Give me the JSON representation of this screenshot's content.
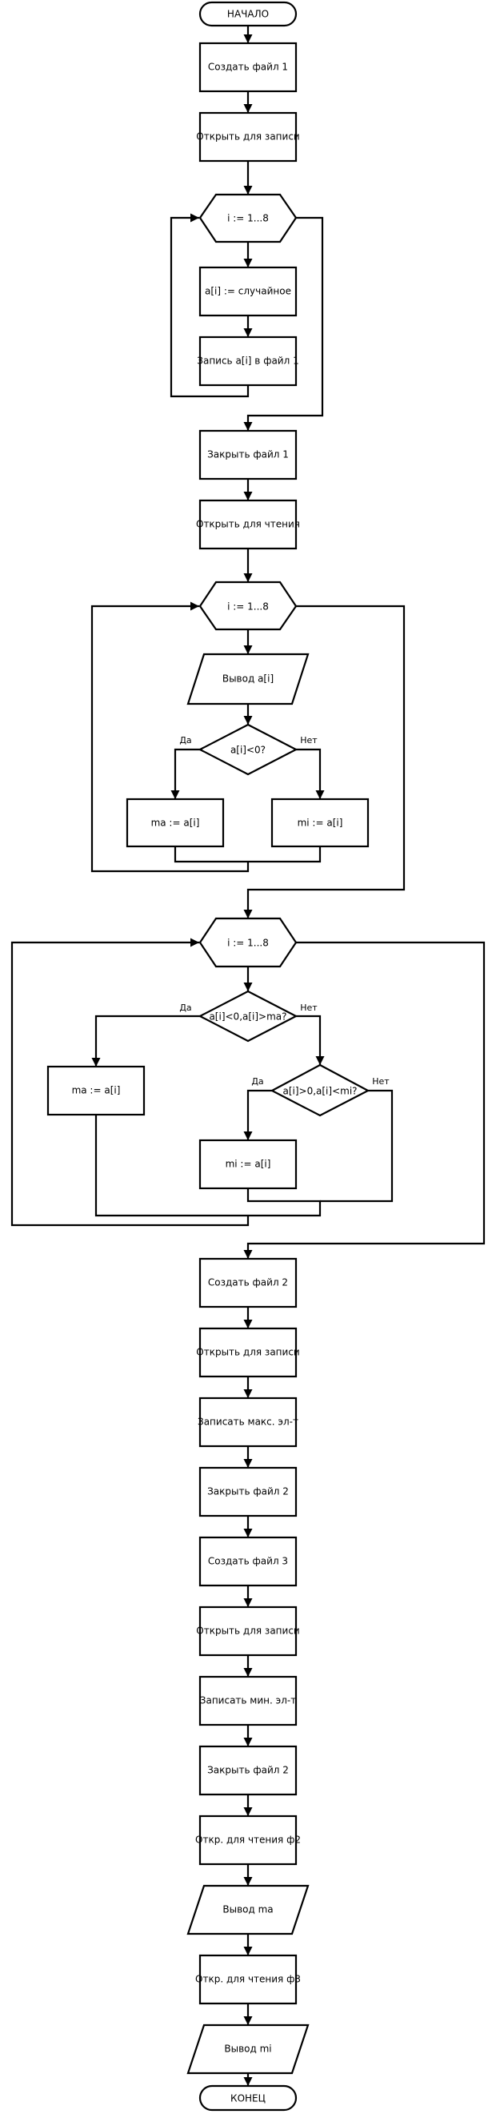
{
  "diagram": {
    "nodes": {
      "start": "НАЧАЛО",
      "create_file1": "Создать файл 1",
      "open_write1": "Открыть для записи",
      "loop1": "i := 1...8",
      "assign_random": "a[i] := случайное",
      "write_file1": "Запись a[i] в файл 1",
      "close_file1": "Закрыть файл 1",
      "open_read": "Открыть для чтения",
      "loop2": "i := 1...8",
      "output_ai": "Вывод a[i]",
      "cond_neg": "a[i]<0?",
      "ma_assign1": "ma := a[i]",
      "mi_assign1": "mi := a[i]",
      "loop3": "i := 1...8",
      "cond_ma": "a[i]<0,a[i]>ma?",
      "ma_assign2": "ma := a[i]",
      "cond_mi": "a[i]>0,a[i]<mi?",
      "mi_assign2": "mi := a[i]",
      "create_file2": "Создать файл 2",
      "open_write2": "Открыть для записи",
      "write_max": "Записать макс. эл-т",
      "close_file2a": "Закрыть файл 2",
      "create_file3": "Создать файл 3",
      "open_write3": "Открыть для записи",
      "write_min": "Записать мин. эл-т",
      "close_file2b": "Закрыть файл 2",
      "open_read_f2": "Откр. для чтения ф2",
      "output_ma": "Вывод ma",
      "open_read_f3": "Откр. для чтения ф3",
      "output_mi": "Вывод mi",
      "end": "КОНЕЦ"
    },
    "branch_labels": {
      "yes": "Да",
      "no": "Нет"
    }
  }
}
